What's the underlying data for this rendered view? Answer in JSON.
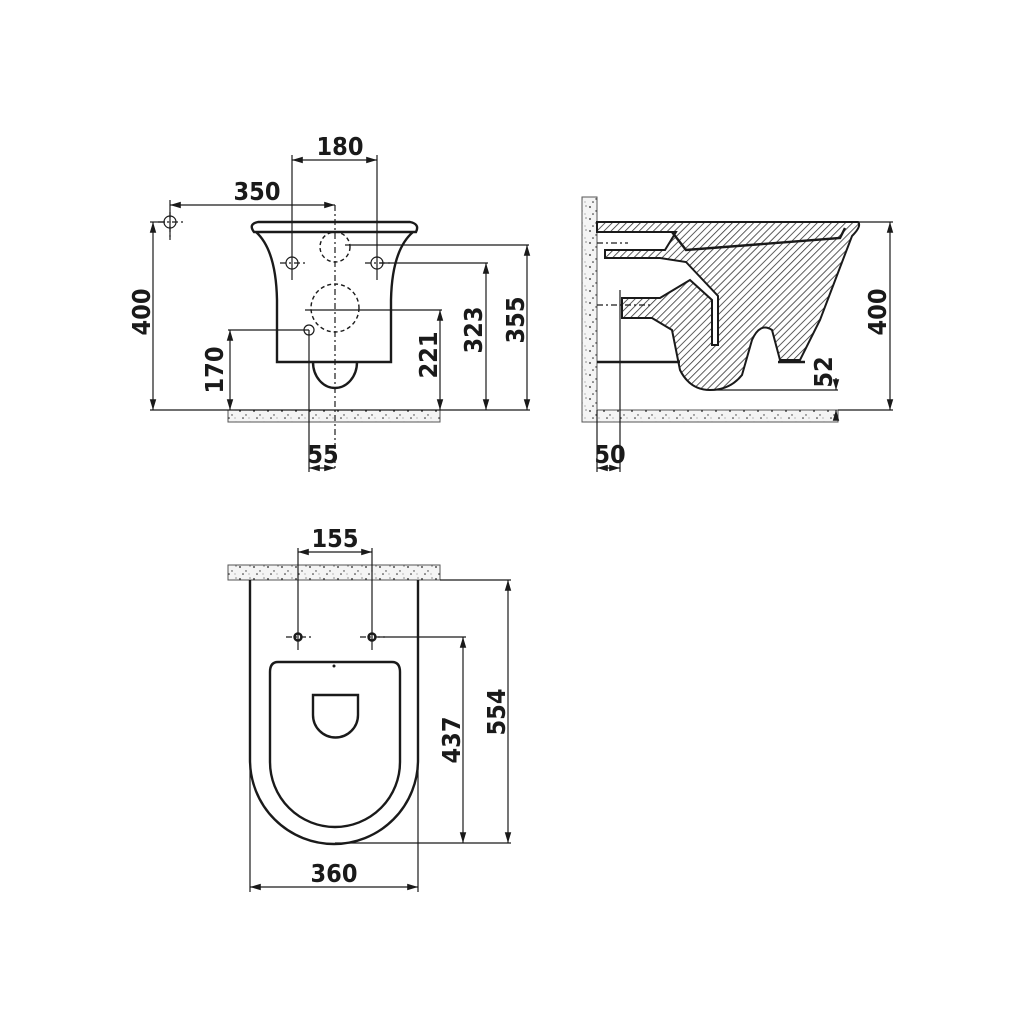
{
  "front_view": {
    "dimensions": {
      "d180": "180",
      "d350": "350",
      "d400": "400",
      "d170": "170",
      "d221": "221",
      "d323": "323",
      "d355": "355",
      "d55": "55"
    }
  },
  "side_view": {
    "dimensions": {
      "d400": "400",
      "d52": "52",
      "d50": "50"
    }
  },
  "top_view": {
    "dimensions": {
      "d155": "155",
      "d437": "437",
      "d554": "554",
      "d360": "360"
    }
  },
  "colors": {
    "line": "#1a1a1a",
    "background": "#ffffff"
  }
}
